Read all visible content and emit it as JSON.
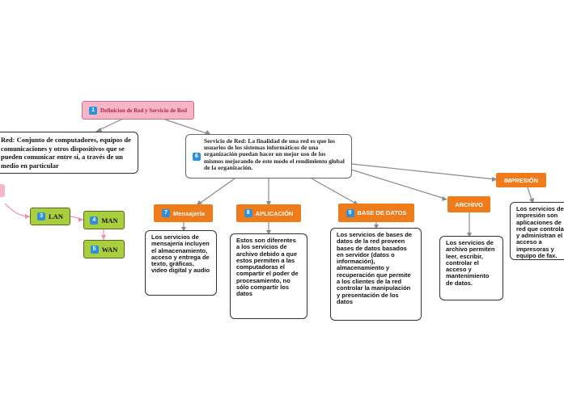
{
  "colors": {
    "root_fill": "#f7b6c5",
    "root_text": "#b4204c",
    "green_fill": "#a9cf3e",
    "orange_fill": "#ef7b1b",
    "number_badge": "#2f8fd8",
    "link_gray": "#8a8a8a",
    "link_pink": "#f08ab0"
  },
  "nodes": {
    "root": {
      "num": "1",
      "label": "Definicion de Red y Servicio de Red"
    },
    "definition": {
      "text": "Red: Conjunto de computadores, equipos de comunicaciones y otros dispositivos que se pueden comunicar entre sí, a través de un medio en particular"
    },
    "lan": {
      "num": "3",
      "label": "LAN"
    },
    "man": {
      "num": "4",
      "label": "MAN"
    },
    "wan": {
      "num": "5",
      "label": "WAN"
    },
    "service": {
      "num": "6",
      "text": "Servicio de Red: La finalidad de una red es que los usuarios de los sistemas informáticos de una organización puedan hacer un mejor uso de los mismos mejorando de este modo el rendimiento global de la organización."
    },
    "mensajeria": {
      "num": "7",
      "label": "Mensajería",
      "desc": "Los servicios de mensajería incluyen el almacenamiento, acceso y entrega de texto, gráficas, video digital y audio"
    },
    "aplicacion": {
      "num": "8",
      "label": "APLICACIÓN",
      "desc": "Estos son diferentes a los servicios de archivo debido a que estos permiten a las computadoras el compartir el poder de procesamiento, no sólo compartir los datos"
    },
    "base_datos": {
      "num": "9",
      "label": "BASE DE DATOS",
      "desc": "Los servicios de bases de datos de la red proveen bases de datos basados en servidor (datos o información), almacenamiento y recuperación que permite a los clientes de la red controlar la manipulación y presentación de los datos"
    },
    "archivo": {
      "label": "ARCHIVO",
      "desc": "Los servicios de archivo permiten leer, escribir, controlar el acceso y mantenimiento de datos."
    },
    "impresion": {
      "label": "IMPRESIÓN",
      "desc": "Los servicios de impresión son aplicaciones de red que controlan y administran el acceso a impresoras y equipo de fax."
    }
  }
}
